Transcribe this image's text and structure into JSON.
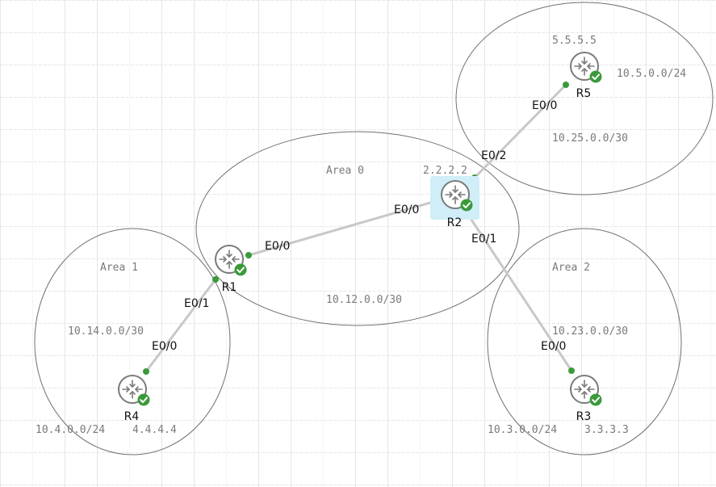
{
  "areas": {
    "area0": {
      "label": "Area 0",
      "subnet": "10.12.0.0/30"
    },
    "area1": {
      "label": "Area 1",
      "subnet": "10.14.0.0/30",
      "lan": "10.4.0.0/24"
    },
    "area2": {
      "label": "Area 2",
      "subnet": "10.23.0.0/30",
      "lan": "10.3.0.0/24"
    },
    "r5area": {
      "lan": "10.5.0.0/24",
      "subnet": "10.25.0.0/30"
    }
  },
  "routers": {
    "r1": {
      "name": "R1"
    },
    "r2": {
      "name": "R2",
      "router_id": "2.2.2.2",
      "selected": true
    },
    "r3": {
      "name": "R3",
      "router_id": "3.3.3.3"
    },
    "r4": {
      "name": "R4",
      "router_id": "4.4.4.4"
    },
    "r5": {
      "name": "R5",
      "router_id": "5.5.5.5"
    }
  },
  "interfaces": {
    "r1_e00": "E0/0",
    "r1_e01": "E0/1",
    "r2_e00": "E0/0",
    "r2_e01": "E0/1",
    "r2_e02": "E0/2",
    "r3_e00": "E0/0",
    "r4_e00": "E0/0",
    "r5_e00": "E0/0"
  },
  "colors": {
    "status_ok": "#3a9a3a",
    "selection": "#cfeef7",
    "link": "#c8c8c8",
    "router_icon": "#7a7a7a"
  },
  "icons": {
    "router": "router-icon",
    "status": "check-circle-icon"
  }
}
